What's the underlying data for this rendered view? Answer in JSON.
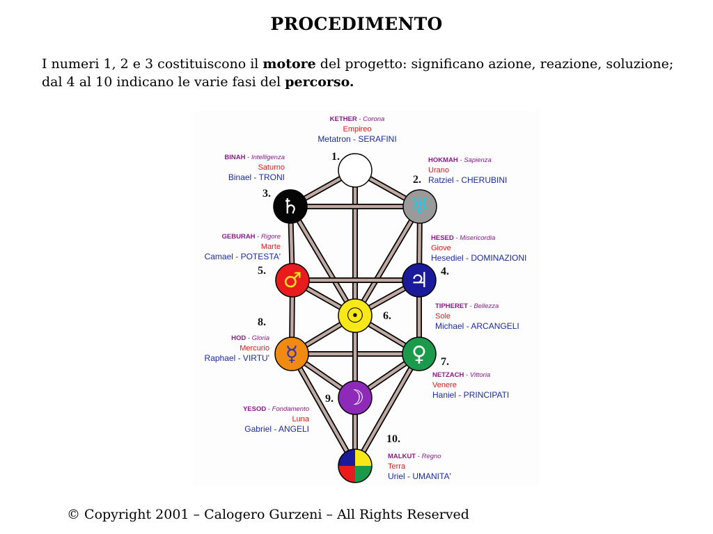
{
  "title": "PROCEDIMENTO",
  "intro": {
    "line1_a": "I numeri 1, 2 e 3 costituiscono il ",
    "line1_bold": "motore",
    "line1_b": " del progetto: significano azione, reazione, soluzione;",
    "line2_a": "dal 4 al 10 indicano le varie fasi del ",
    "line2_bold": "percorso."
  },
  "colors": {
    "path": "#bfa9a1",
    "name": "#8a1a8a",
    "planet": "#e01818",
    "angel": "#1a2aa0"
  },
  "sefirot": [
    {
      "number": "1.",
      "name": "KETHER",
      "meaning": "Corona",
      "planet": "Empireo",
      "angel": "Metatron - SERAFINI",
      "fill": "#ffffff",
      "symbol": "",
      "symbol_color": "#000000",
      "icon": "kether-circle-icon"
    },
    {
      "number": "2.",
      "name": "HOKMAH",
      "meaning": "Sapienza",
      "planet": "Urano",
      "angel": "Ratziel - CHERUBINI",
      "fill": "#9a9a9a",
      "symbol": "♅",
      "symbol_color": "#22c8e8",
      "icon": "uranus-symbol-icon"
    },
    {
      "number": "3.",
      "name": "BINAH",
      "meaning": "Intelligenza",
      "planet": "Saturno",
      "angel": "Binael - TRONI",
      "fill": "#050505",
      "symbol": "♄",
      "symbol_color": "#ffffff",
      "icon": "saturn-symbol-icon"
    },
    {
      "number": "4.",
      "name": "HESED",
      "meaning": "Misericordia",
      "planet": "Giove",
      "angel": "Hesediel - DOMINAZIONI",
      "fill": "#1a1a9a",
      "symbol": "♃",
      "symbol_color": "#ffffff",
      "icon": "jupiter-symbol-icon"
    },
    {
      "number": "5.",
      "name": "GEBURAH",
      "meaning": "Rigore",
      "planet": "Marte",
      "angel": "Camael - POTESTA'",
      "fill": "#e81c1c",
      "symbol": "♂",
      "symbol_color": "#ffe020",
      "icon": "mars-symbol-icon"
    },
    {
      "number": "6.",
      "name": "TIPHERET",
      "meaning": "Bellezza",
      "planet": "Sole",
      "angel": "Michael - ARCANGELI",
      "fill": "#f8e818",
      "symbol": "☉",
      "symbol_color": "#000000",
      "icon": "sun-symbol-icon"
    },
    {
      "number": "7.",
      "name": "NETZACH",
      "meaning": "Vittoria",
      "planet": "Venere",
      "angel": "Haniel - PRINCIPATI",
      "fill": "#1a9a4a",
      "symbol": "♀",
      "symbol_color": "#ffffff",
      "icon": "venus-symbol-icon"
    },
    {
      "number": "8.",
      "name": "HOD",
      "meaning": "Gloria",
      "planet": "Mercurio",
      "angel": "Raphael - VIRTU'",
      "fill": "#f08a10",
      "symbol": "☿",
      "symbol_color": "#3030b0",
      "icon": "mercury-symbol-icon"
    },
    {
      "number": "9.",
      "name": "YESOD",
      "meaning": "Fondamento",
      "planet": "Luna",
      "angel": "Gabriel - ANGELI",
      "fill": "#8e2ab8",
      "symbol": "☽",
      "symbol_color": "#ffffff",
      "icon": "moon-symbol-icon"
    },
    {
      "number": "10.",
      "name": "MALKUT",
      "meaning": "Regno",
      "planet": "Terra",
      "angel": "Uriel - UMANITA'",
      "fill": "",
      "symbol": "",
      "symbol_color": "",
      "icon": "earth-quadrant-icon"
    }
  ],
  "footer": "© Copyright 2001 – Calogero Gurzeni – All Rights Reserved"
}
